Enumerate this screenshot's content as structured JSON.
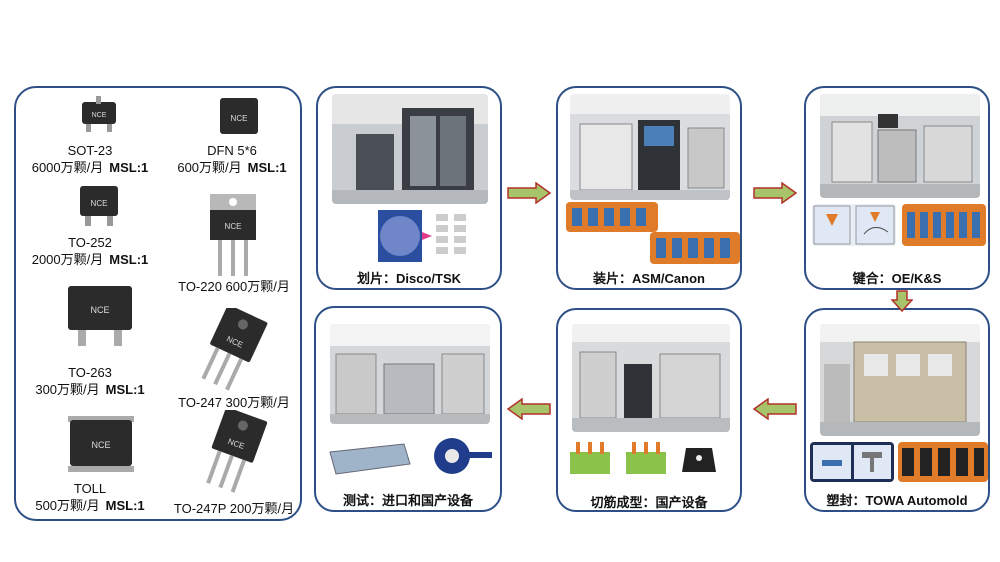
{
  "packages": [
    {
      "name": "SOT-23",
      "capacity": "6000万颗/月",
      "msl": "MSL:1"
    },
    {
      "name": "DFN 5*6",
      "capacity": "600万颗/月",
      "msl": "MSL:1"
    },
    {
      "name": "TO-252",
      "capacity": "2000万颗/月",
      "msl": "MSL:1"
    },
    {
      "name": "TO-220 600万颗/月",
      "capacity": "",
      "msl": ""
    },
    {
      "name": "TO-263",
      "capacity": "300万颗/月",
      "msl": "MSL:1"
    },
    {
      "name": "TO-247 300万颗/月",
      "capacity": "",
      "msl": ""
    },
    {
      "name": "TOLL",
      "capacity": "500万颗/月",
      "msl": "MSL:1"
    },
    {
      "name": "TO-247P 200万颗/月",
      "capacity": "",
      "msl": ""
    }
  ],
  "stages": [
    {
      "caption": "划片：Disco/TSK"
    },
    {
      "caption": "装片：ASM/Canon"
    },
    {
      "caption": "键合：OE/K&S"
    },
    {
      "caption": "塑封：TOWA Automold"
    },
    {
      "caption": "切筋成型：国产设备"
    },
    {
      "caption": "测试：进口和国产设备"
    }
  ],
  "chip_brand": "NCE",
  "colors": {
    "border": "#2d4f86",
    "arrow_fill": "#a8c46a",
    "arrow_stroke": "#b0322a",
    "chip": "#2b2b2b",
    "leadframe": "#e07b2a",
    "strip": "#3a6fb0"
  }
}
